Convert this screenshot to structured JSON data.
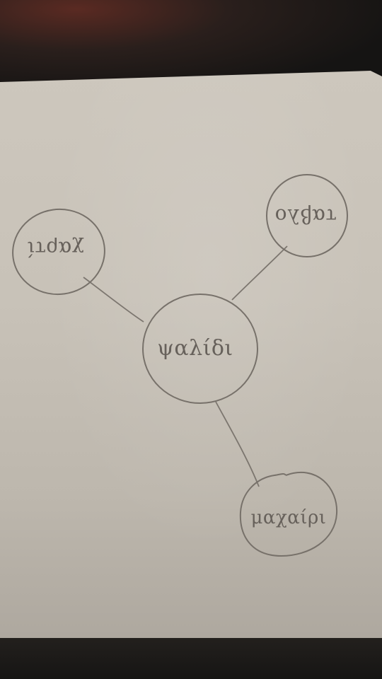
{
  "diagram": {
    "center": {
      "label": "ψαλίδι"
    },
    "nodes": [
      {
        "id": "top-left",
        "label": "χαρτί"
      },
      {
        "id": "top-right",
        "label": "ταβλο"
      },
      {
        "id": "bottom-right",
        "label": "μαχαίρι"
      }
    ]
  }
}
